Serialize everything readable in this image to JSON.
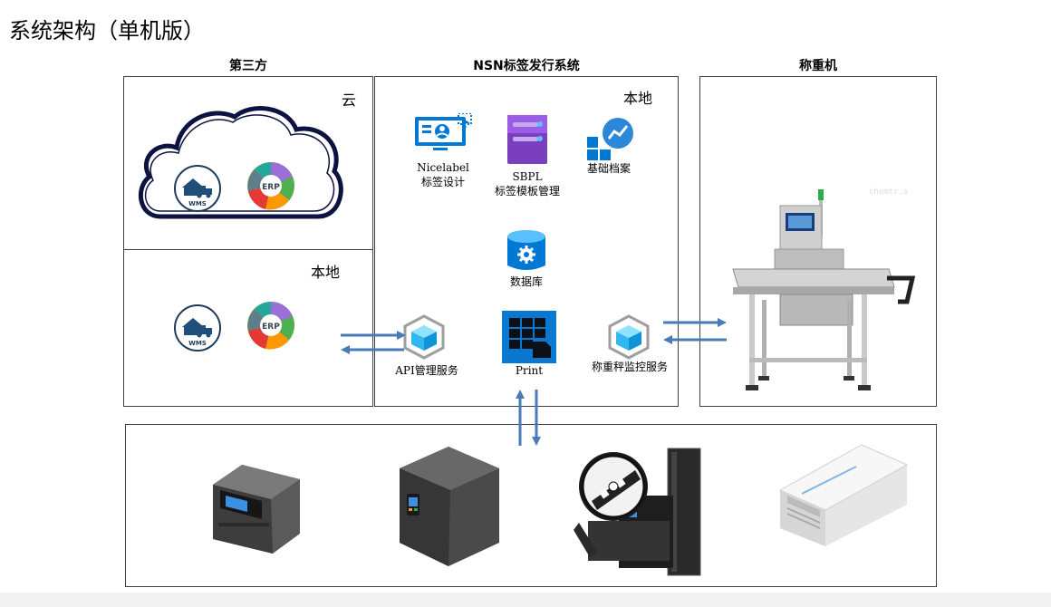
{
  "title": "系统架构（单机版）",
  "columns": {
    "third_party": "第三方",
    "nsn": "NSN标签发行系统",
    "checkweigher": "称重机"
  },
  "third_party": {
    "cloud_label": "云",
    "local_label": "本地",
    "wms_text": "WMS",
    "erp_text": "ERP"
  },
  "nsn": {
    "local_label": "本地",
    "nicelabel_line1": "Nicelabel",
    "nicelabel_line2": "标签设计",
    "sbpl_line1": "SBPL",
    "sbpl_line2": "标签模板管理",
    "basic_archive": "基础档案",
    "database": "数据库",
    "api_service": "API管理服务",
    "print": "Print",
    "weigh_service": "称重秤监控服务"
  },
  "checkweigher": {
    "watermark": "chemtr.s"
  },
  "colors": {
    "arrow": "#4a7ab7",
    "cloud_outline": "#0d1340",
    "azure_blue": "#0078d4",
    "purple": "#7a3fbf"
  }
}
